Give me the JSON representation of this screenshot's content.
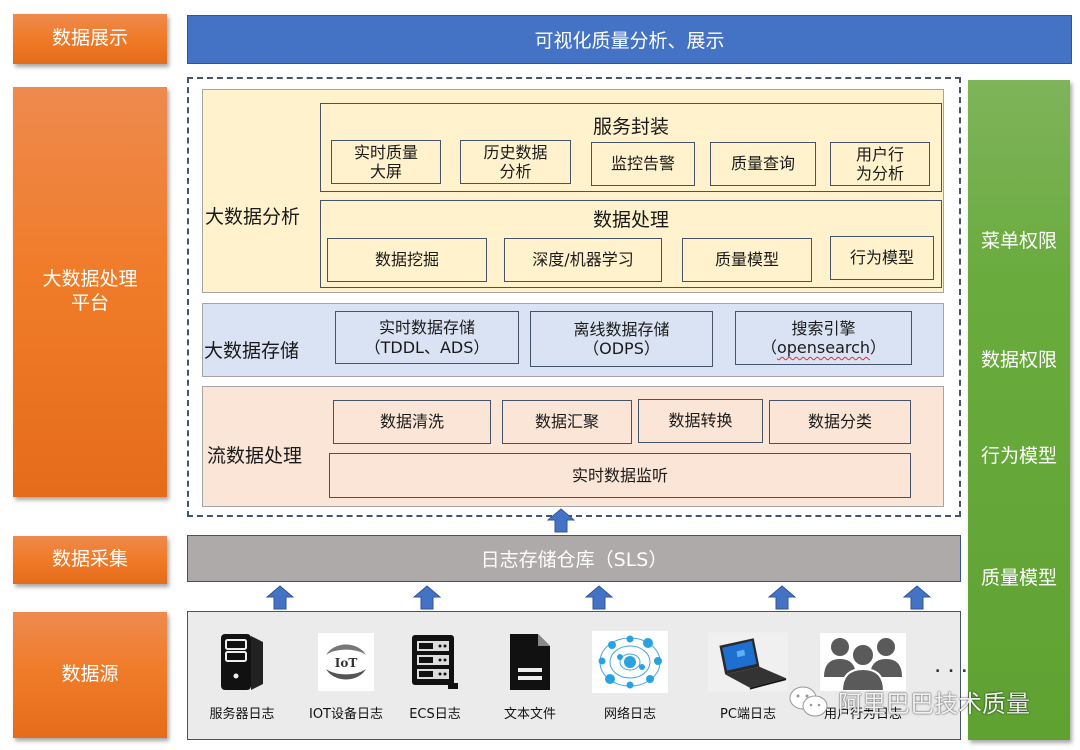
{
  "left_labels": {
    "display": "数据展示",
    "platform": [
      "大数据处理",
      "平台"
    ],
    "collection": "数据采集",
    "source": "数据源"
  },
  "top_bar": "可视化质量分析、展示",
  "analysis": {
    "label": "大数据分析",
    "service": {
      "title": "服务封装",
      "items": [
        {
          "line1": "实时质量",
          "line2": "大屏"
        },
        {
          "line1": "历史数据",
          "line2": "分析"
        },
        {
          "line1": "监控告警",
          "line2": ""
        },
        {
          "line1": "质量查询",
          "line2": ""
        },
        {
          "line1": "用户行",
          "line2": "为分析"
        }
      ]
    },
    "processing": {
      "title": "数据处理",
      "items": [
        "数据挖掘",
        "深度/机器学习",
        "质量模型",
        "行为模型"
      ]
    }
  },
  "storage": {
    "label": "大数据存储",
    "items": [
      {
        "line1": "实时数据存储",
        "line2": "（TDDL、ADS）"
      },
      {
        "line1": "离线数据存储",
        "line2": "（ODPS）"
      },
      {
        "line1": "搜索引擎",
        "line2_pre": "（",
        "line2_word": "opensearch",
        "line2_post": "）"
      }
    ]
  },
  "stream": {
    "label": "流数据处理",
    "items": [
      "数据清洗",
      "数据汇聚",
      "数据转换",
      "数据分类"
    ],
    "listener": "实时数据监听"
  },
  "right_column": [
    "菜单权限",
    "数据权限",
    "行为模型",
    "质量模型"
  ],
  "sls": "日志存储仓库（SLS）",
  "sources": [
    {
      "label": "服务器日志",
      "icon": "server-tower-icon"
    },
    {
      "label": "IOT设备日志",
      "icon": "iot-icon",
      "icon_text": "IoT"
    },
    {
      "label": "ECS日志",
      "icon": "server-rack-icon"
    },
    {
      "label": "文本文件",
      "icon": "document-icon"
    },
    {
      "label": "网络日志",
      "icon": "network-icon"
    },
    {
      "label": "PC端日志",
      "icon": "laptop-icon"
    },
    {
      "label": "用户行为日志",
      "icon": "users-icon"
    }
  ],
  "sources_more": "...",
  "watermark": "阿里巴巴技术质量",
  "colors": {
    "orange": "#f07c2a",
    "blue": "#4472c4",
    "green": "#6aab3e",
    "gray": "#aeaaaa",
    "analysis_bg": "#fff2cc",
    "storage_bg": "#dae3f3",
    "stream_bg": "#fbe5d6"
  }
}
